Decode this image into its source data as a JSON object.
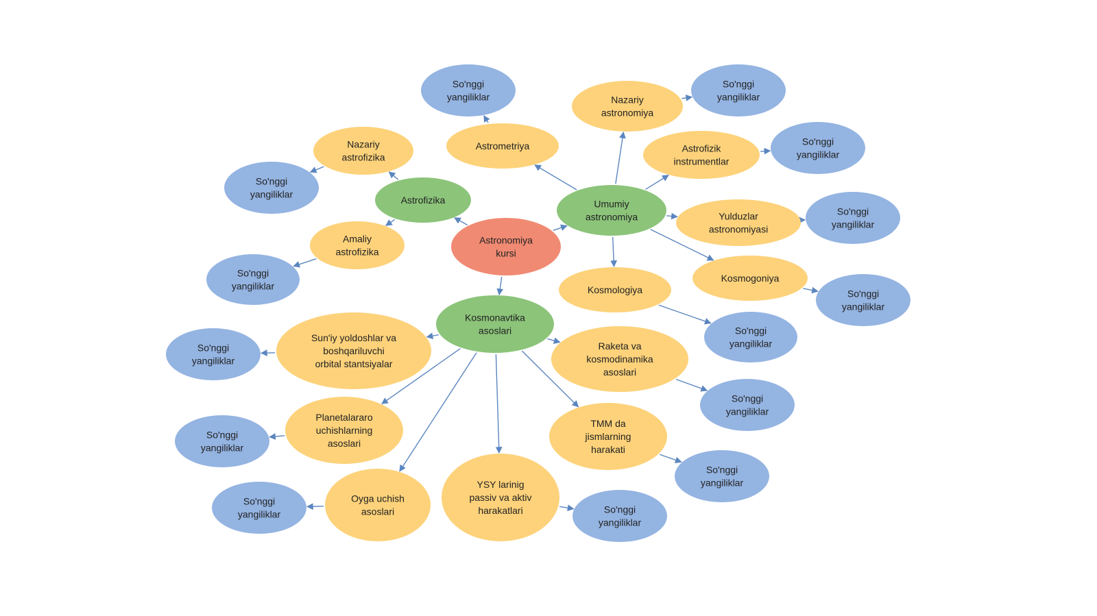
{
  "colors": {
    "root": "#f08a73",
    "branch": "#8cc47a",
    "topic": "#fdd27a",
    "news": "#94b4e2",
    "arrow": "#5b86bf",
    "text": "#222222"
  },
  "nodes": {
    "root": {
      "lines": [
        "Astronomiya",
        "kursi"
      ],
      "type": "root"
    },
    "astrofizika": {
      "lines": [
        "Astrofizika"
      ],
      "type": "branch"
    },
    "umumiy": {
      "lines": [
        "Umumiy",
        "astronomiya"
      ],
      "type": "branch"
    },
    "kosmonavtika": {
      "lines": [
        "Kosmonavtika",
        "asoslari"
      ],
      "type": "branch"
    },
    "nazariy_astrofizika": {
      "lines": [
        "Nazariy",
        "astrofizika"
      ],
      "type": "topic"
    },
    "amaliy_astrofizika": {
      "lines": [
        "Amaliy",
        "astrofizika"
      ],
      "type": "topic"
    },
    "astrometriya": {
      "lines": [
        "Astrometriya"
      ],
      "type": "topic"
    },
    "nazariy_astronomiya": {
      "lines": [
        "Nazariy",
        "astronomiya"
      ],
      "type": "topic"
    },
    "astrofizik_instrumentlar": {
      "lines": [
        "Astrofizik",
        "instrumentlar"
      ],
      "type": "topic"
    },
    "yulduzlar": {
      "lines": [
        "Yulduzlar",
        "astronomiyasi"
      ],
      "type": "topic"
    },
    "kosmogoniya": {
      "lines": [
        "Kosmogoniya"
      ],
      "type": "topic"
    },
    "kosmologiya": {
      "lines": [
        "Kosmologiya"
      ],
      "type": "topic"
    },
    "sun_iy": {
      "lines": [
        "Sun'iy yoldoshlar va",
        "boshqariluvchi",
        "orbital stantsiyalar"
      ],
      "type": "topic"
    },
    "planetalararo": {
      "lines": [
        "Planetalararo",
        "uchishlarning",
        "asoslari"
      ],
      "type": "topic"
    },
    "oyga": {
      "lines": [
        "Oyga uchish",
        "asoslari"
      ],
      "type": "topic"
    },
    "ysy": {
      "lines": [
        "YSY larinig",
        "passiv va aktiv",
        "harakatlari"
      ],
      "type": "topic"
    },
    "tmm": {
      "lines": [
        "TMM da",
        "jismlarning",
        "harakati"
      ],
      "type": "topic"
    },
    "raketa": {
      "lines": [
        "Raketa va",
        "kosmodinamika",
        "asoslari"
      ],
      "type": "topic"
    },
    "news_nazariy_astrofizika": {
      "lines": [
        "So'nggi",
        "yangiliklar"
      ],
      "type": "news"
    },
    "news_amaliy_astrofizika": {
      "lines": [
        "So'nggi",
        "yangiliklar"
      ],
      "type": "news"
    },
    "news_astrometriya": {
      "lines": [
        "So'nggi",
        "yangiliklar"
      ],
      "type": "news"
    },
    "news_nazariy_astronomiya": {
      "lines": [
        "So'nggi",
        "yangiliklar"
      ],
      "type": "news"
    },
    "news_astrofizik_instrumentlar": {
      "lines": [
        "So'nggi",
        "yangiliklar"
      ],
      "type": "news"
    },
    "news_yulduzlar": {
      "lines": [
        "So'nggi",
        "yangiliklar"
      ],
      "type": "news"
    },
    "news_kosmogoniya": {
      "lines": [
        "So'nggi",
        "yangiliklar"
      ],
      "type": "news"
    },
    "news_kosmologiya": {
      "lines": [
        "So'nggi",
        "yangiliklar"
      ],
      "type": "news"
    },
    "news_raketa": {
      "lines": [
        "So'nggi",
        "yangiliklar"
      ],
      "type": "news"
    },
    "news_tmm": {
      "lines": [
        "So'nggi",
        "yangiliklar"
      ],
      "type": "news"
    },
    "news_ysy": {
      "lines": [
        "So'nggi",
        "yangiliklar"
      ],
      "type": "news"
    },
    "news_oyga": {
      "lines": [
        "So'nggi",
        "yangiliklar"
      ],
      "type": "news"
    },
    "news_planetalararo": {
      "lines": [
        "So'nggi",
        "yangiliklar"
      ],
      "type": "news"
    },
    "news_sun_iy": {
      "lines": [
        "So'nggi",
        "yangiliklar"
      ],
      "type": "news"
    }
  },
  "edges": [
    [
      "root",
      "astrofizika"
    ],
    [
      "root",
      "umumiy"
    ],
    [
      "root",
      "kosmonavtika"
    ],
    [
      "astrofizika",
      "nazariy_astrofizika"
    ],
    [
      "astrofizika",
      "amaliy_astrofizika"
    ],
    [
      "umumiy",
      "astrometriya"
    ],
    [
      "umumiy",
      "nazariy_astronomiya"
    ],
    [
      "umumiy",
      "astrofizik_instrumentlar"
    ],
    [
      "umumiy",
      "yulduzlar"
    ],
    [
      "umumiy",
      "kosmogoniya"
    ],
    [
      "umumiy",
      "kosmologiya"
    ],
    [
      "kosmonavtika",
      "sun_iy"
    ],
    [
      "kosmonavtika",
      "planetalararo"
    ],
    [
      "kosmonavtika",
      "oyga"
    ],
    [
      "kosmonavtika",
      "ysy"
    ],
    [
      "kosmonavtika",
      "tmm"
    ],
    [
      "kosmonavtika",
      "raketa"
    ],
    [
      "nazariy_astrofizika",
      "news_nazariy_astrofizika"
    ],
    [
      "amaliy_astrofizika",
      "news_amaliy_astrofizika"
    ],
    [
      "astrometriya",
      "news_astrometriya"
    ],
    [
      "nazariy_astronomiya",
      "news_nazariy_astronomiya"
    ],
    [
      "astrofizik_instrumentlar",
      "news_astrofizik_instrumentlar"
    ],
    [
      "yulduzlar",
      "news_yulduzlar"
    ],
    [
      "kosmogoniya",
      "news_kosmogoniya"
    ],
    [
      "kosmologiya",
      "news_kosmologiya"
    ],
    [
      "raketa",
      "news_raketa"
    ],
    [
      "tmm",
      "news_tmm"
    ],
    [
      "ysy",
      "news_ysy"
    ],
    [
      "oyga",
      "news_oyga"
    ],
    [
      "planetalararo",
      "news_planetalararo"
    ],
    [
      "sun_iy",
      "news_sun_iy"
    ]
  ]
}
